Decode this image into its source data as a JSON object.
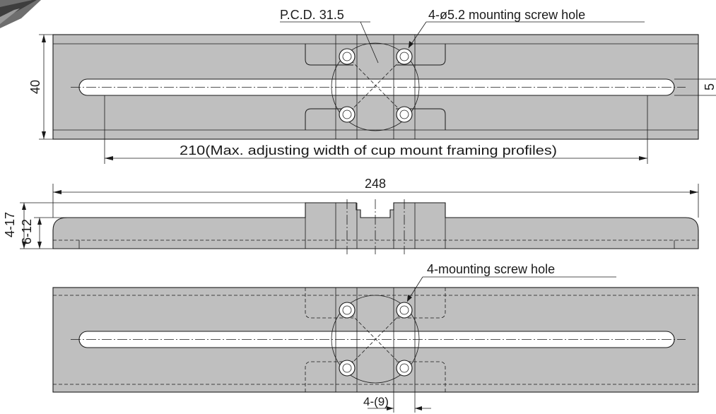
{
  "labels": {
    "pcd": "P.C.D. 31.5",
    "mount_hole": "4-ø5.2 mounting screw hole",
    "height": "40",
    "slot_width": "5",
    "adjust_width": "210(Max. adjusting width of cup mount framing profiles)",
    "length": "248",
    "thick_a": "4-17",
    "thick_b": "6-12",
    "screw_hole": "4-mounting screw hole",
    "pitch": "4-(9)"
  },
  "colors": {
    "body": "#bfbfbf",
    "line": "#1a1a1a",
    "background": "#ffffff"
  }
}
